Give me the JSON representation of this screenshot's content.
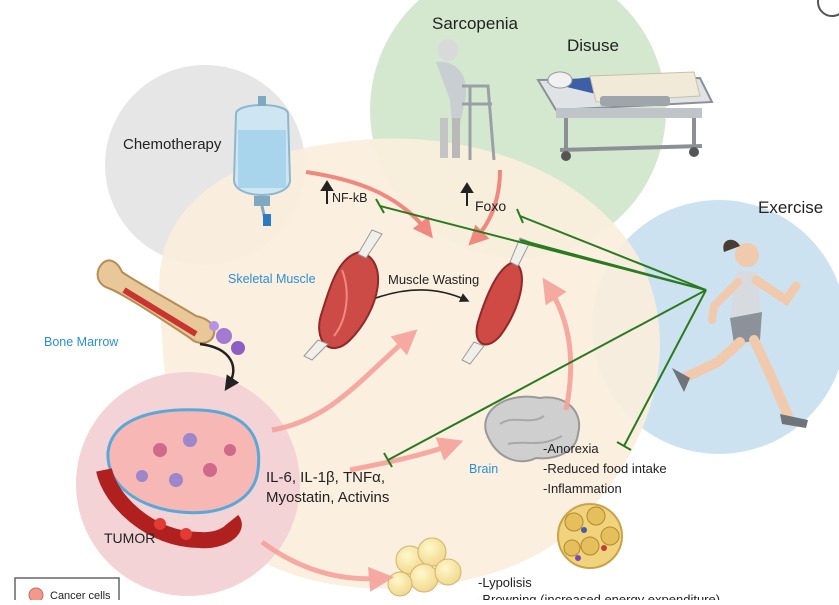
{
  "labels": {
    "sarcopenia": "Sarcopenia",
    "disuse": "Disuse",
    "chemotherapy": "Chemotherapy",
    "exercise": "Exercise",
    "nfkb": "NF-kB",
    "foxo": "Foxo",
    "skeletal_muscle": "Skeletal Muscle",
    "muscle_wasting": "Muscle Wasting",
    "bone_marrow": "Bone Marrow",
    "brain": "Brain",
    "anorexia": "-Anorexia",
    "reduced_food": "-Reduced food intake",
    "inflammation": "-Inflammation",
    "cytokines_line1": "IL-6, IL-1β, TNFα,",
    "cytokines_line2": "Myostatin, Activins",
    "tumor": "TUMOR",
    "lypolisis": "-Lypolisis",
    "browning": "-Browning (increased energy expenditure)",
    "legend_cancer_cells": "Cancer cells"
  },
  "colors": {
    "sarcopenia_circle": "#d3e8cf",
    "chemo_circle": "#e6e6e6",
    "exercise_circle": "#cde2f1",
    "center_blob": "#fbeedd",
    "tumor_circle": "#f3d3d5",
    "inhibit_line": "#2a7a1f",
    "arrow_pink": "#f6a29b",
    "label_blue": "#2b8fd6"
  }
}
